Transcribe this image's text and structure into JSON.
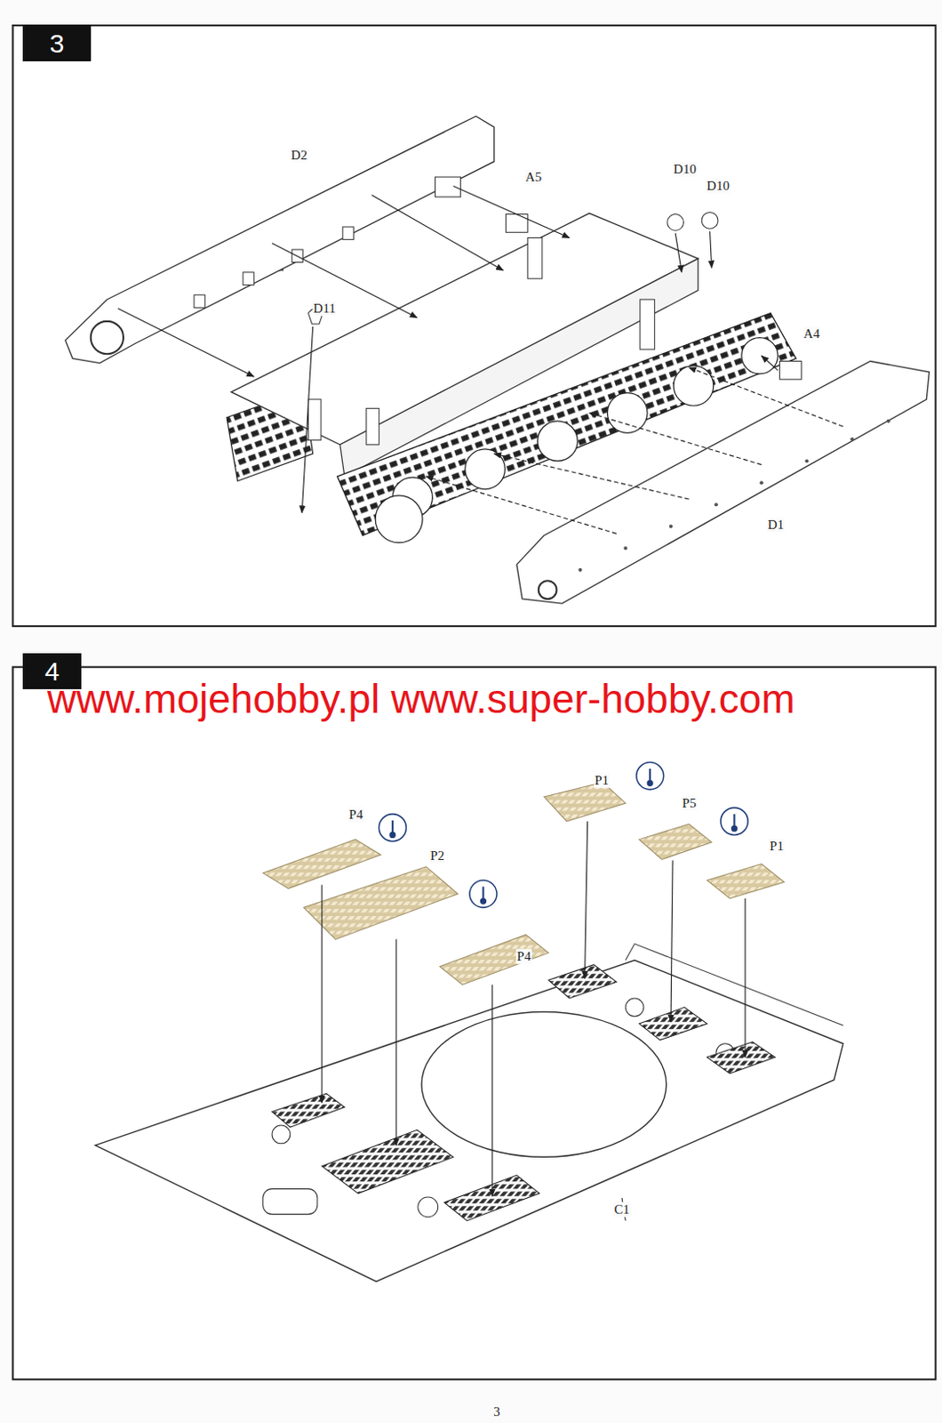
{
  "diagram": {
    "nodes": [
      {
        "text": [
          "3"
        ]
      },
      {
        "text": [
          "4"
        ]
      }
    ],
    "labels": [
      "D2",
      "A5",
      "D10",
      "D10",
      "D11",
      "A4",
      "D1",
      "www.mojehobby.pl www.super-hobby.com",
      "P4",
      "P2",
      "P4",
      "P1",
      "P5",
      "P1",
      "C1",
      "3"
    ]
  }
}
